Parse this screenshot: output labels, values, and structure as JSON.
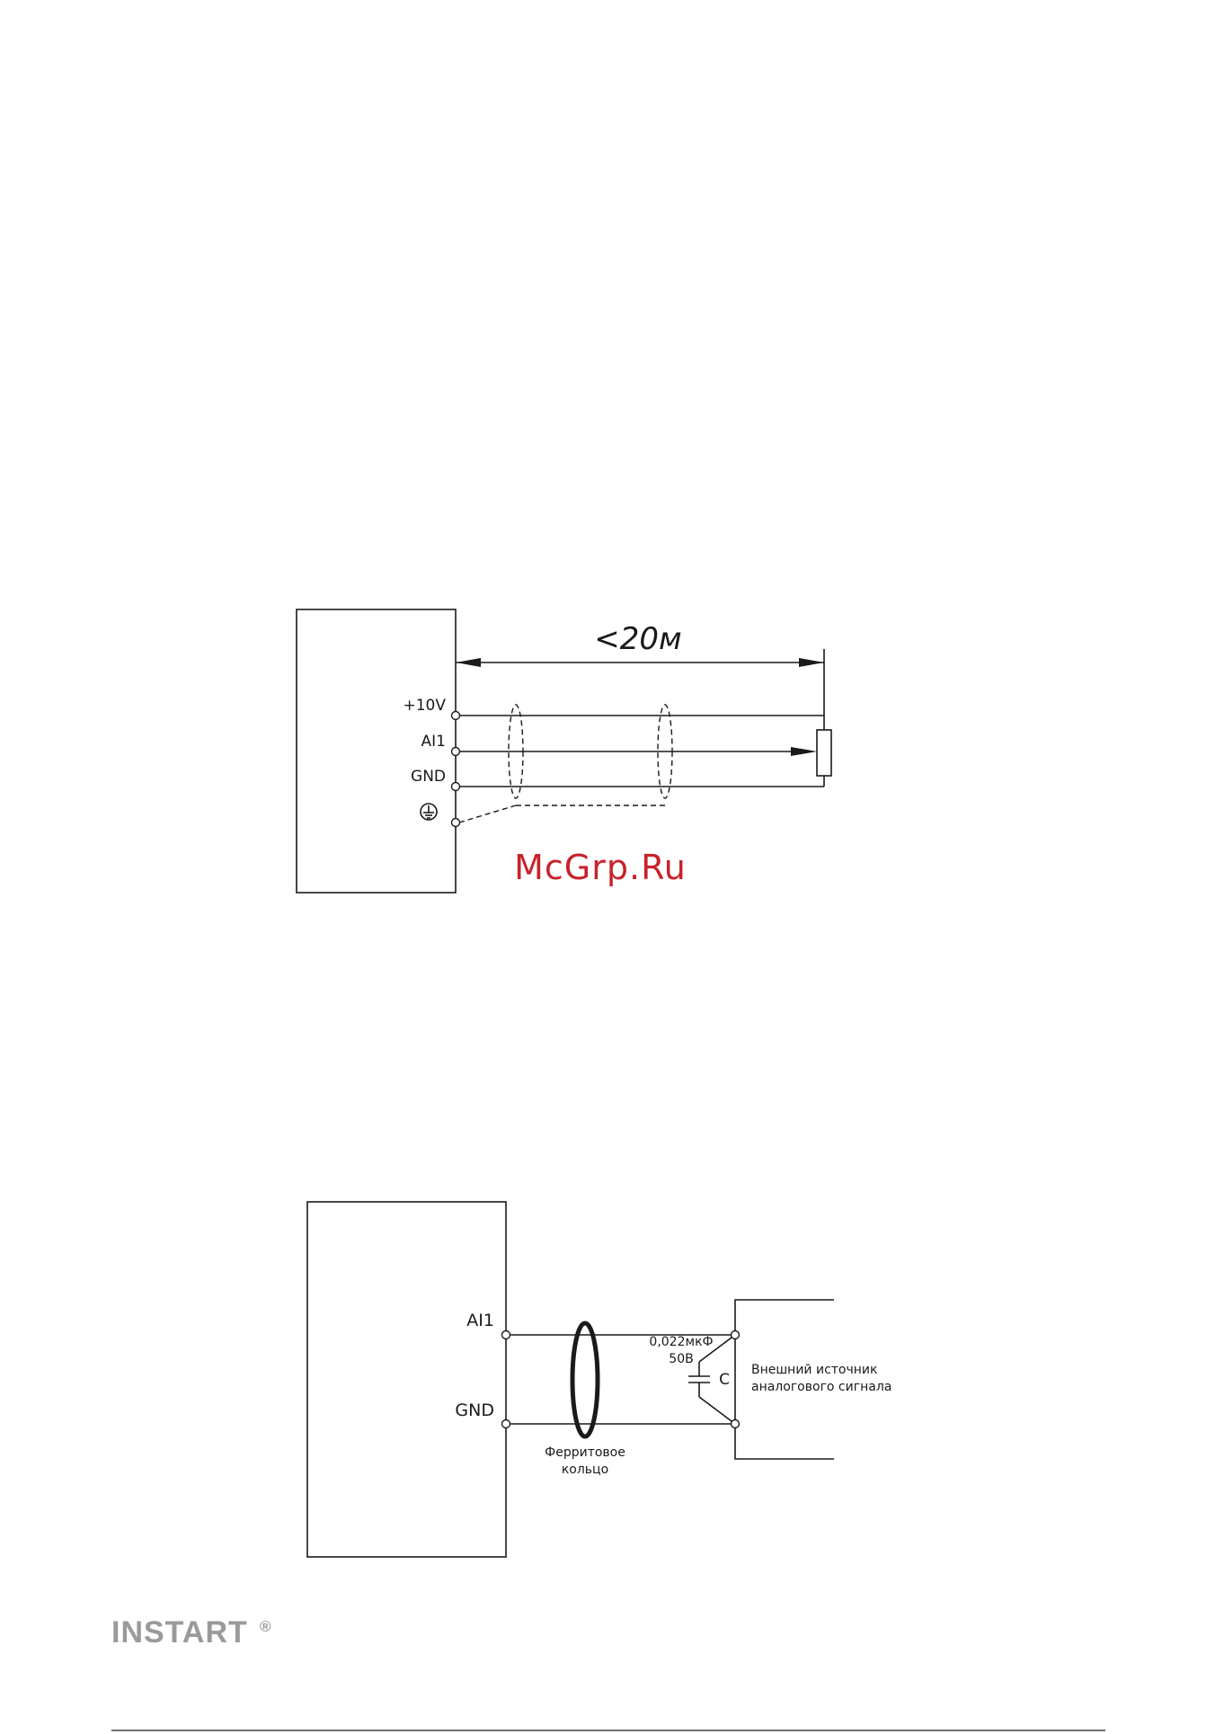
{
  "diagram1": {
    "distance_label": "<20м",
    "terminals": [
      "+10V",
      "AI1",
      "GND"
    ]
  },
  "watermark": "McGrp.Ru",
  "diagram2": {
    "terminals": [
      "AI1",
      "GND"
    ],
    "capacitor_value": "0,022мкФ",
    "capacitor_voltage": "50В",
    "capacitor_symbol": "C",
    "source_label_line1": "Внешний источник",
    "source_label_line2": "аналогового сигнала",
    "ferrite_label_line1": "Ферритовое",
    "ferrite_label_line2": "кольцо"
  },
  "footer": {
    "logo_text": "INSTART",
    "registered_mark": "®"
  }
}
